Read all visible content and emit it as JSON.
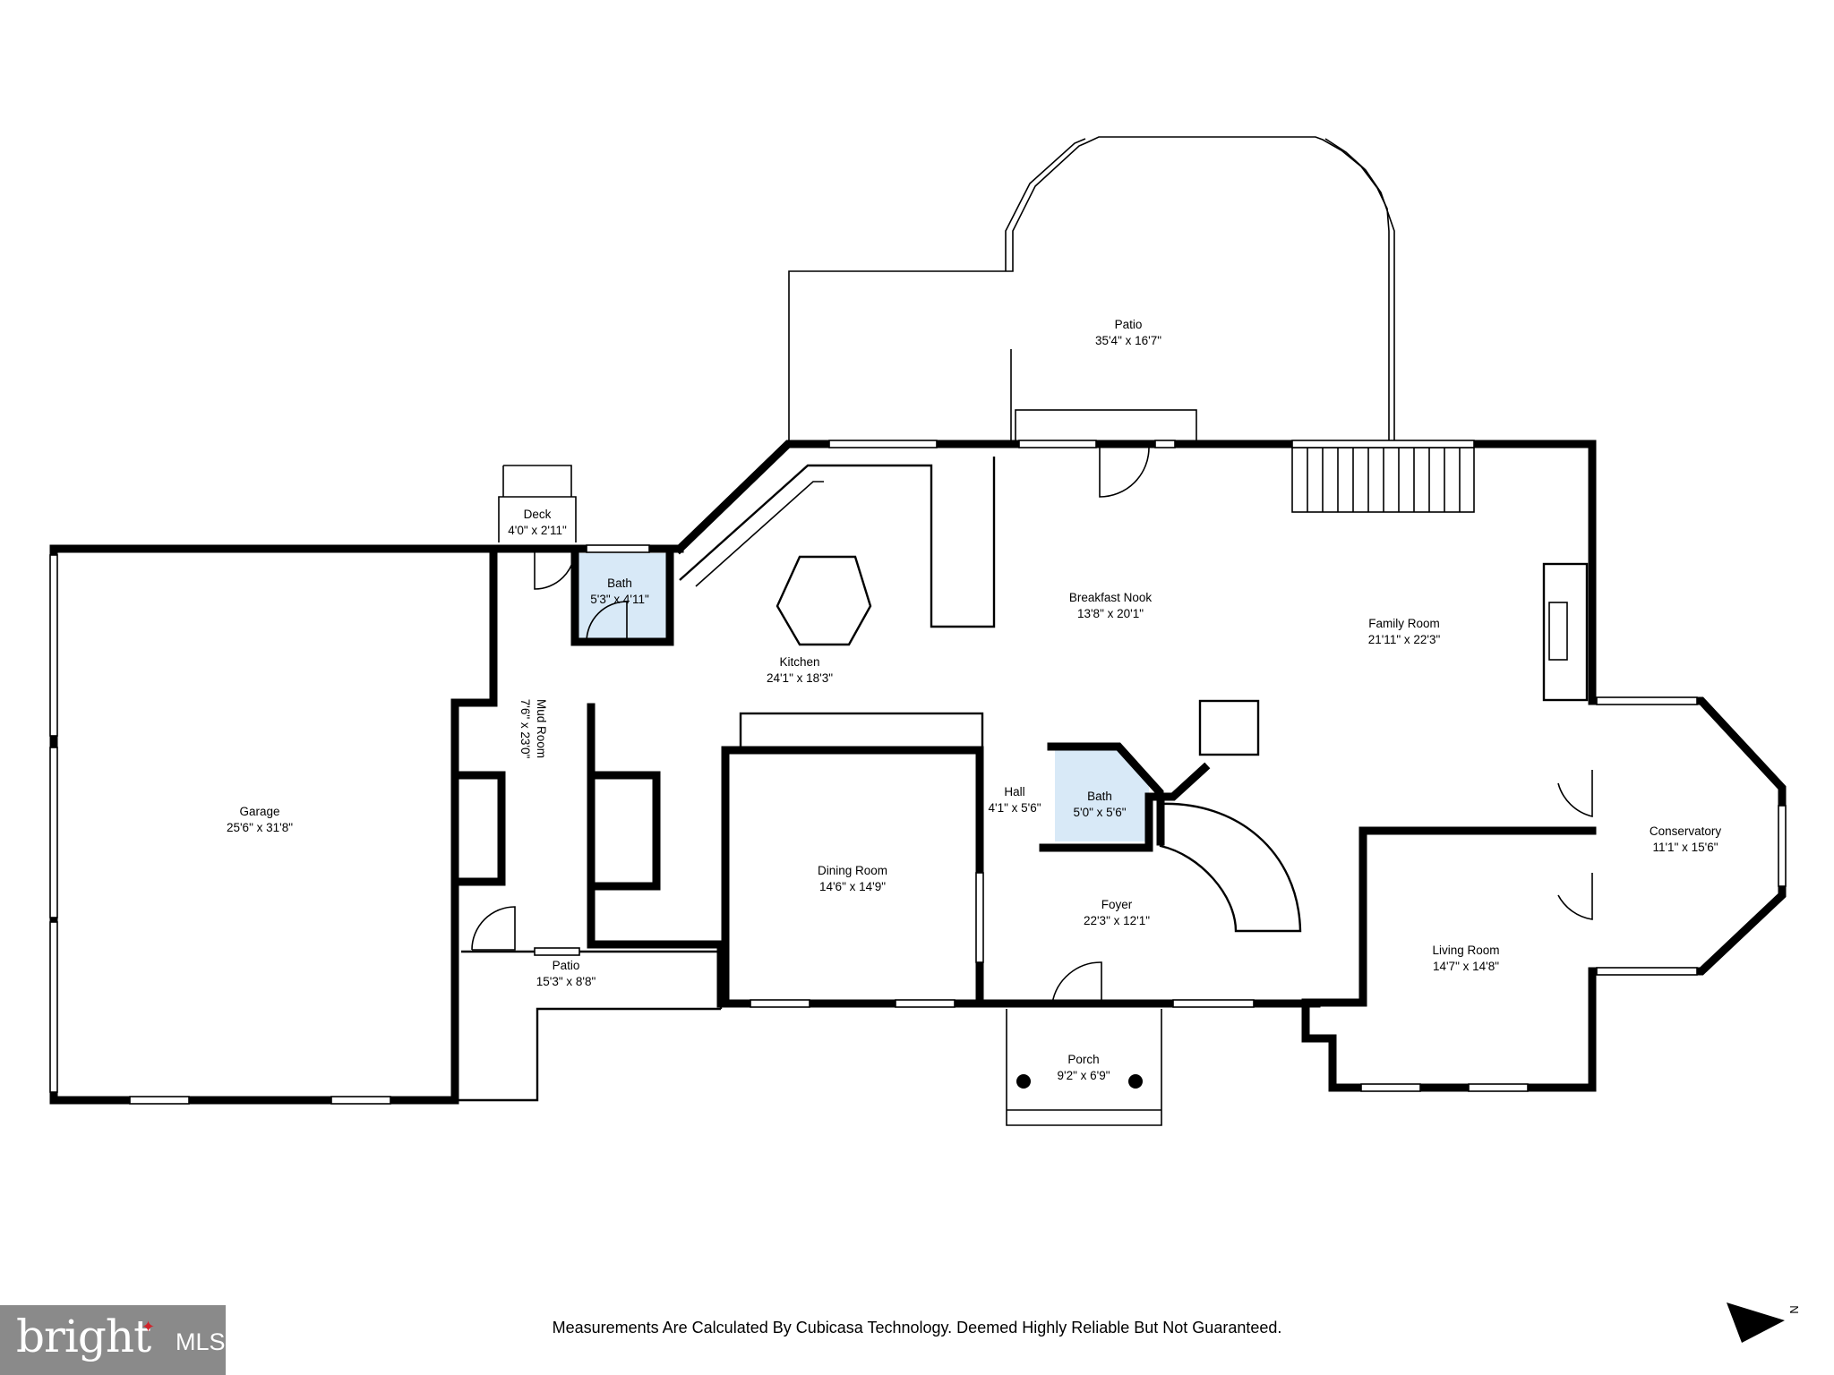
{
  "rooms": {
    "patio_top": {
      "name": "Patio",
      "size": "35'4\" x 16'7\""
    },
    "deck": {
      "name": "Deck",
      "size": "4'0\" x 2'11\""
    },
    "bath_left": {
      "name": "Bath",
      "size": "5'3\" x 4'11\""
    },
    "kitchen": {
      "name": "Kitchen",
      "size": "24'1\" x 18'3\""
    },
    "breakfast": {
      "name": "Breakfast Nook",
      "size": "13'8\" x 20'1\""
    },
    "family": {
      "name": "Family Room",
      "size": "21'11\" x 22'3\""
    },
    "garage": {
      "name": "Garage",
      "size": "25'6\" x 31'8\""
    },
    "mud": {
      "name": "Mud Room",
      "size": "7'6\" x 23'0\""
    },
    "dining": {
      "name": "Dining Room",
      "size": "14'6\" x 14'9\""
    },
    "hall": {
      "name": "Hall",
      "size": "4'1\" x 5'6\""
    },
    "bath_center": {
      "name": "Bath",
      "size": "5'0\" x 5'6\""
    },
    "foyer": {
      "name": "Foyer",
      "size": "22'3\" x 12'1\""
    },
    "conservatory": {
      "name": "Conservatory",
      "size": "11'1\" x 15'6\""
    },
    "living": {
      "name": "Living Room",
      "size": "14'7\" x 14'8\""
    },
    "patio_bottom": {
      "name": "Patio",
      "size": "15'3\" x 8'8\""
    },
    "porch": {
      "name": "Porch",
      "size": "9'2\" x 6'9\""
    }
  },
  "footer": {
    "disclaimer": "Measurements Are Calculated By Cubicasa Technology. Deemed Highly Reliable But Not Guaranteed."
  },
  "logo": {
    "brand": "bright",
    "suffix": "MLS"
  },
  "compass": {
    "label": "N"
  },
  "colors": {
    "wall": "#000000",
    "bath_fill": "#d8e9f7",
    "logo_bg": "#8a8a8a",
    "logo_accent": "#d1242b"
  }
}
